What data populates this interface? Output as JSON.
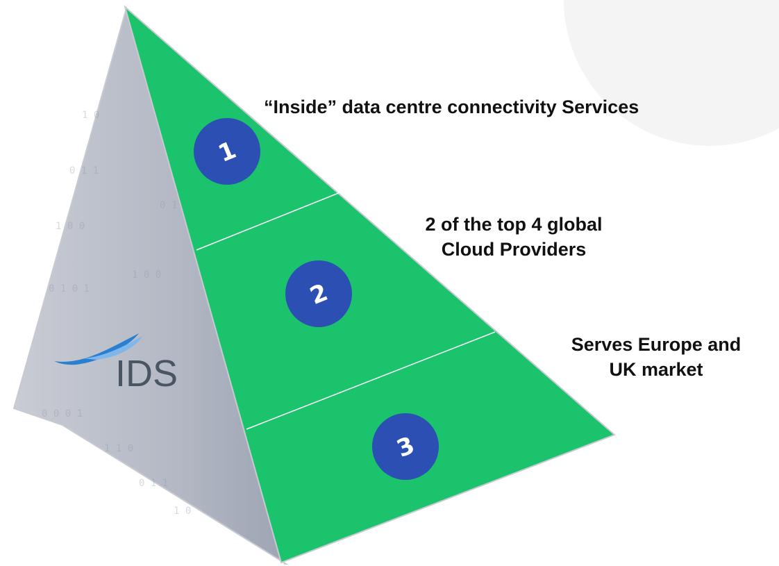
{
  "logo": {
    "text": "IDS"
  },
  "tiers": [
    {
      "number": "1",
      "lines": [
        "“Inside” data centre connectivity  Services"
      ]
    },
    {
      "number": "2",
      "lines": [
        "2 of the top 4 global",
        "Cloud Providers"
      ]
    },
    {
      "number": "3",
      "lines": [
        "Serves Europe and",
        "UK market"
      ]
    }
  ],
  "colors": {
    "pyramid_green": "#1bc36c",
    "badge_blue": "#2c4fb3",
    "side_face": "#b8bcc7",
    "logo_text": "#4a5563",
    "logo_swoosh": "#2b7fd1"
  }
}
